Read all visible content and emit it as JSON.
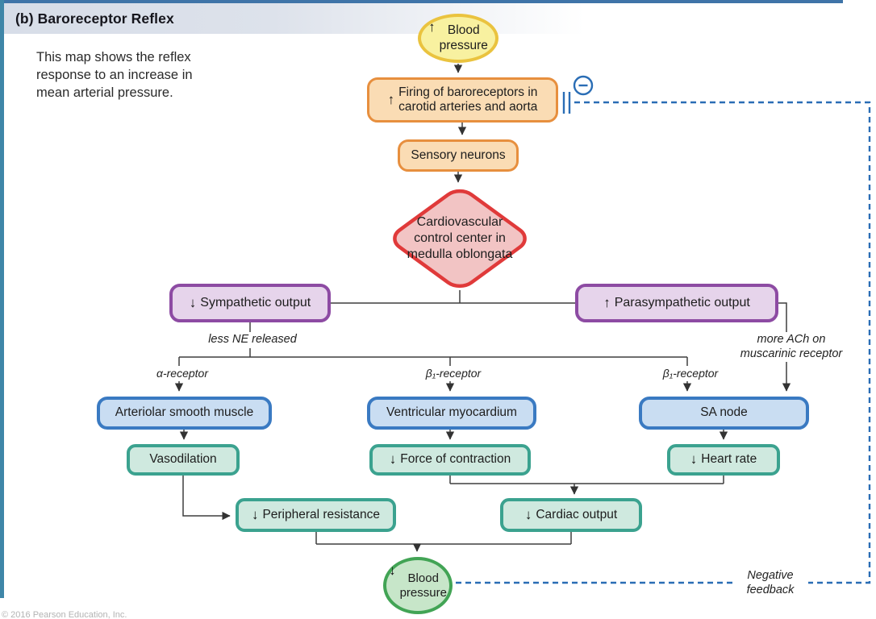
{
  "panel": {
    "title": "(b) Baroreceptor Reflex",
    "description": "This map shows the reflex\nresponse to an increase in\nmean arterial pressure.",
    "copyright": "© 2016 Pearson Education, Inc."
  },
  "nodes": {
    "bp_up": {
      "arrow": "↑",
      "text": "Blood\npressure"
    },
    "baroreceptors": {
      "arrow": "↑",
      "text": "Firing of baroreceptors in\ncarotid arteries and aorta"
    },
    "sensory": {
      "text": "Sensory neurons"
    },
    "cv_center": {
      "text": "Cardiovascular\ncontrol center in\nmedulla oblongata"
    },
    "sympathetic": {
      "arrow": "↓",
      "text": "Sympathetic output"
    },
    "parasympathetic": {
      "arrow": "↑",
      "text": "Parasympathetic output"
    },
    "arteriolar": {
      "text": "Arteriolar smooth muscle"
    },
    "ventricular": {
      "text": "Ventricular myocardium"
    },
    "sa_node": {
      "text": "SA node"
    },
    "vasodilation": {
      "text": "Vasodilation"
    },
    "force": {
      "arrow": "↓",
      "text": "Force of contraction"
    },
    "heart_rate": {
      "arrow": "↓",
      "text": "Heart rate"
    },
    "peripheral": {
      "arrow": "↓",
      "text": "Peripheral resistance"
    },
    "cardiac": {
      "arrow": "↓",
      "text": "Cardiac output"
    },
    "bp_down": {
      "arrow": "↓",
      "text": "Blood\npressure"
    }
  },
  "labels": {
    "less_ne": "less NE released",
    "more_ach": "more ACh on\nmuscarinic receptor",
    "alpha_receptor": "α-receptor",
    "beta1_receptor_mid": "β₁-receptor",
    "beta1_receptor_right": "β₁-receptor",
    "negative_feedback": "Negative\nfeedback"
  },
  "colors": {
    "yellow_fill": "#f8f1a0",
    "yellow_border": "#eac33f",
    "orange_fill": "#fadcb4",
    "orange_border": "#e78f3e",
    "red_fill": "#f2c4c4",
    "red_border": "#e03a3a",
    "purple_fill": "#e6d4eb",
    "purple_border": "#8d4ba3",
    "blue_fill": "#c9ddf2",
    "blue_border": "#3a7ac2",
    "teal_fill": "#cfe9df",
    "teal_border": "#3ba28f",
    "green_fill": "#c7e6c9",
    "green_border": "#42a455",
    "feedback_blue": "#2a6db5",
    "wire": "#3f3f3f"
  }
}
